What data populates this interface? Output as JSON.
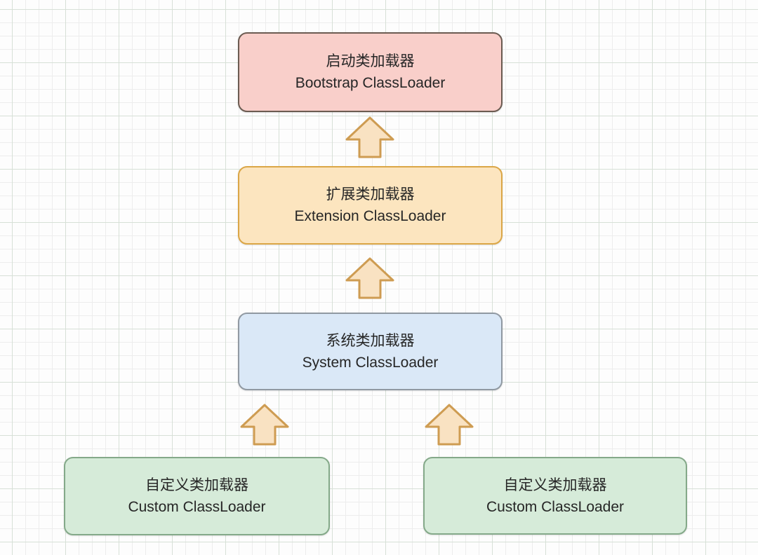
{
  "diagram": {
    "type": "hierarchy",
    "description_semantic": "Java class loader delegation hierarchy",
    "nodes": [
      {
        "id": "bootstrap",
        "label_zh": "启动类加载器",
        "label_en": "Bootstrap ClassLoader",
        "fill": "#f9cfca",
        "border": "#6b5b51"
      },
      {
        "id": "extension",
        "label_zh": "扩展类加载器",
        "label_en": "Extension ClassLoader",
        "fill": "#fce5bf",
        "border": "#dba646"
      },
      {
        "id": "system",
        "label_zh": "系统类加载器",
        "label_en": "System ClassLoader",
        "fill": "#dae8f7",
        "border": "#9099a2"
      },
      {
        "id": "custom-left",
        "label_zh": "自定义类加载器",
        "label_en": "Custom ClassLoader",
        "fill": "#d6ebd9",
        "border": "#84a989"
      },
      {
        "id": "custom-right",
        "label_zh": "自定义类加载器",
        "label_en": "Custom ClassLoader",
        "fill": "#d6ebd9",
        "border": "#84a989"
      }
    ],
    "arrows": {
      "direction": "up",
      "count": 4,
      "fill": "#f9e2c2",
      "stroke": "#ce9c52"
    },
    "background": {
      "base": "#fdfdfd",
      "minor_grid": "#ededed",
      "major_grid": "#d7e0d7"
    }
  }
}
